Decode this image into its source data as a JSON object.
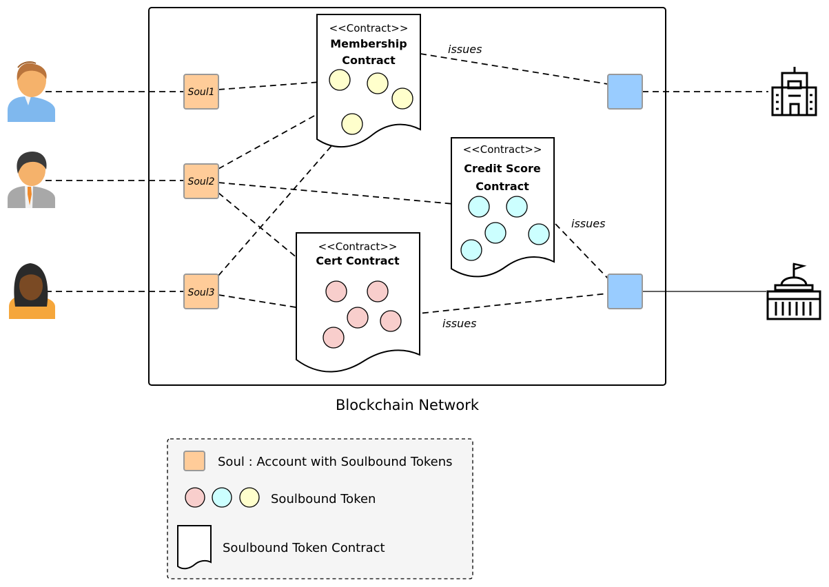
{
  "network": {
    "label": "Blockchain Network"
  },
  "souls": [
    {
      "id": "soul1",
      "label": "Soul1"
    },
    {
      "id": "soul2",
      "label": "Soul2"
    },
    {
      "id": "soul3",
      "label": "Soul3"
    }
  ],
  "contracts": {
    "membership": {
      "stereotype": "<<Contract>>",
      "title_line1": "Membership",
      "title_line2": "Contract"
    },
    "credit": {
      "stereotype": "<<Contract>>",
      "title_line1": "Credit Score",
      "title_line2": "Contract"
    },
    "cert": {
      "stereotype": "<<Contract>>",
      "title_line1": "Cert Contract"
    }
  },
  "edges": {
    "issues_membership": "issues",
    "issues_credit": "issues",
    "issues_cert": "issues"
  },
  "legend": {
    "soul_text": "Soul : Account with Soulbound Tokens",
    "token_text": "Soulbound Token",
    "contract_text": "Soulbound Token Contract"
  },
  "colors": {
    "soul_fill": "#FFCC99",
    "membership_token": "#FFFFCC",
    "credit_token": "#CCFFFF",
    "cert_token": "#F8CECC",
    "issuer_fill": "#99CCFF",
    "legend_bg": "#F5F5F5"
  },
  "icons": {
    "users": [
      "user-male-icon",
      "user-businessman-icon",
      "user-female-icon"
    ],
    "issuers": [
      "office-building-icon",
      "government-building-icon"
    ]
  }
}
